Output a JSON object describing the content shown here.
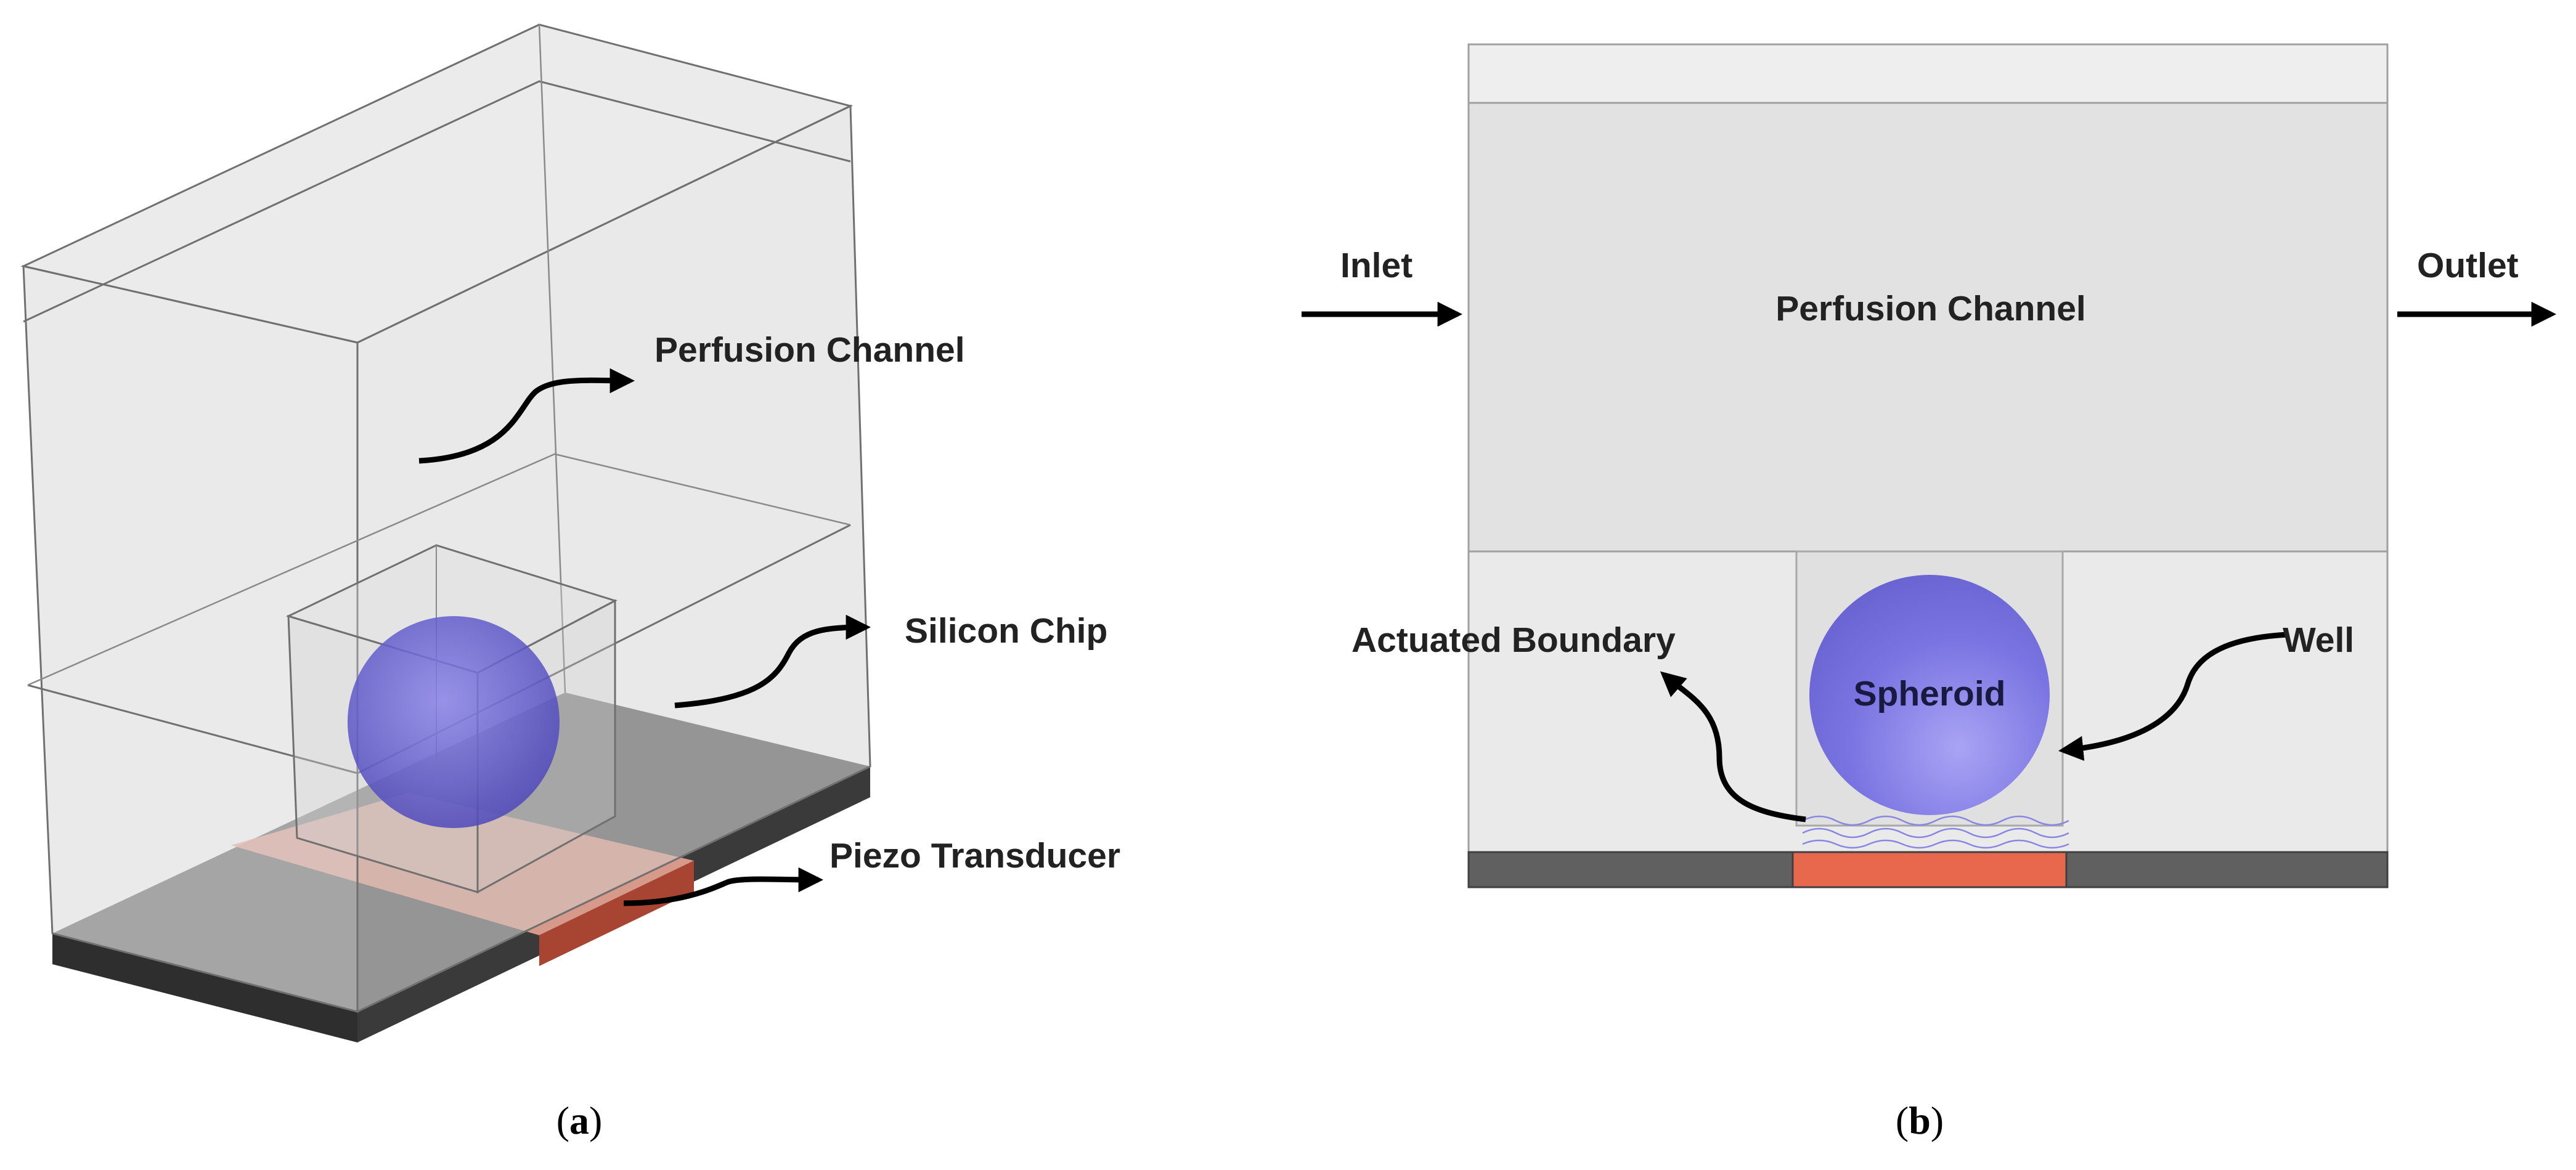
{
  "colors": {
    "glass_fill": "#e6e6e6",
    "glass_stroke": "#707070",
    "base_dark": "#5a5a5a",
    "base_side": "#2e2e2e",
    "piezo": "#e8684e",
    "piezo_dark": "#a84532",
    "spheroid": "#6f68d8",
    "channel_b": "#e2e2e2",
    "chip_b": "#eaeaea"
  },
  "panel_a": {
    "labels": {
      "perfusion_channel": "Perfusion Channel",
      "silicon_chip": "Silicon Chip",
      "piezo_transducer": "Piezo Transducer"
    },
    "caption": {
      "open": "(",
      "letter": "a",
      "close": ")"
    }
  },
  "panel_b": {
    "labels": {
      "inlet": "Inlet",
      "outlet": "Outlet",
      "perfusion_channel": "Perfusion Channel",
      "actuated_boundary": "Actuated Boundary",
      "well": "Well",
      "spheroid": "Spheroid"
    },
    "caption": {
      "open": "(",
      "letter": "b",
      "close": ")"
    }
  }
}
